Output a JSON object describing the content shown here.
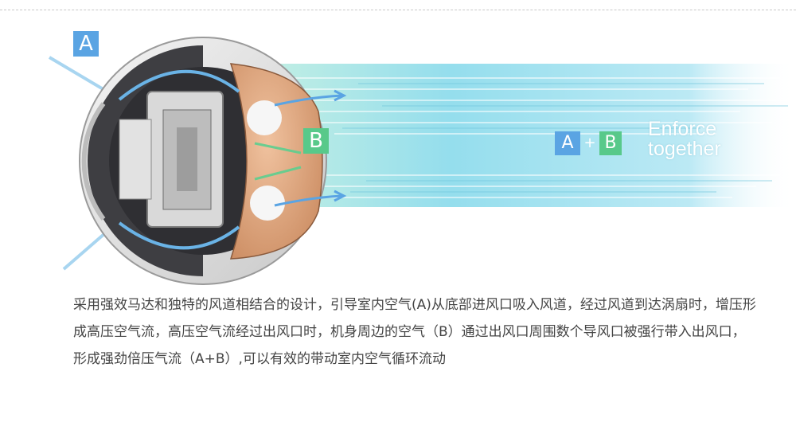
{
  "labels": {
    "a": "A",
    "b": "B",
    "combo_a": "A",
    "combo_plus": "+",
    "combo_b": "B",
    "enforce_line1": "Enforce",
    "enforce_line2": "together"
  },
  "description": "采用强效马达和独特的风道相结合的设计，引导室内空气(A)从底部进风口吸入风道，经过风道到达涡扇时，增压形成高压空气流，高压空气流经过出风口时，机身周边的空气（B）通过出风口周围数个导风口被强行带入出风口，形成强劲倍压气流（A+B）,可以有效的带动室内空气循环流动",
  "colors": {
    "a_blue": "#5aa4e3",
    "b_green": "#58c98a",
    "airflow_cyan": "#7fd3e8",
    "copper": "#d99a72",
    "text_gray": "#444444"
  }
}
